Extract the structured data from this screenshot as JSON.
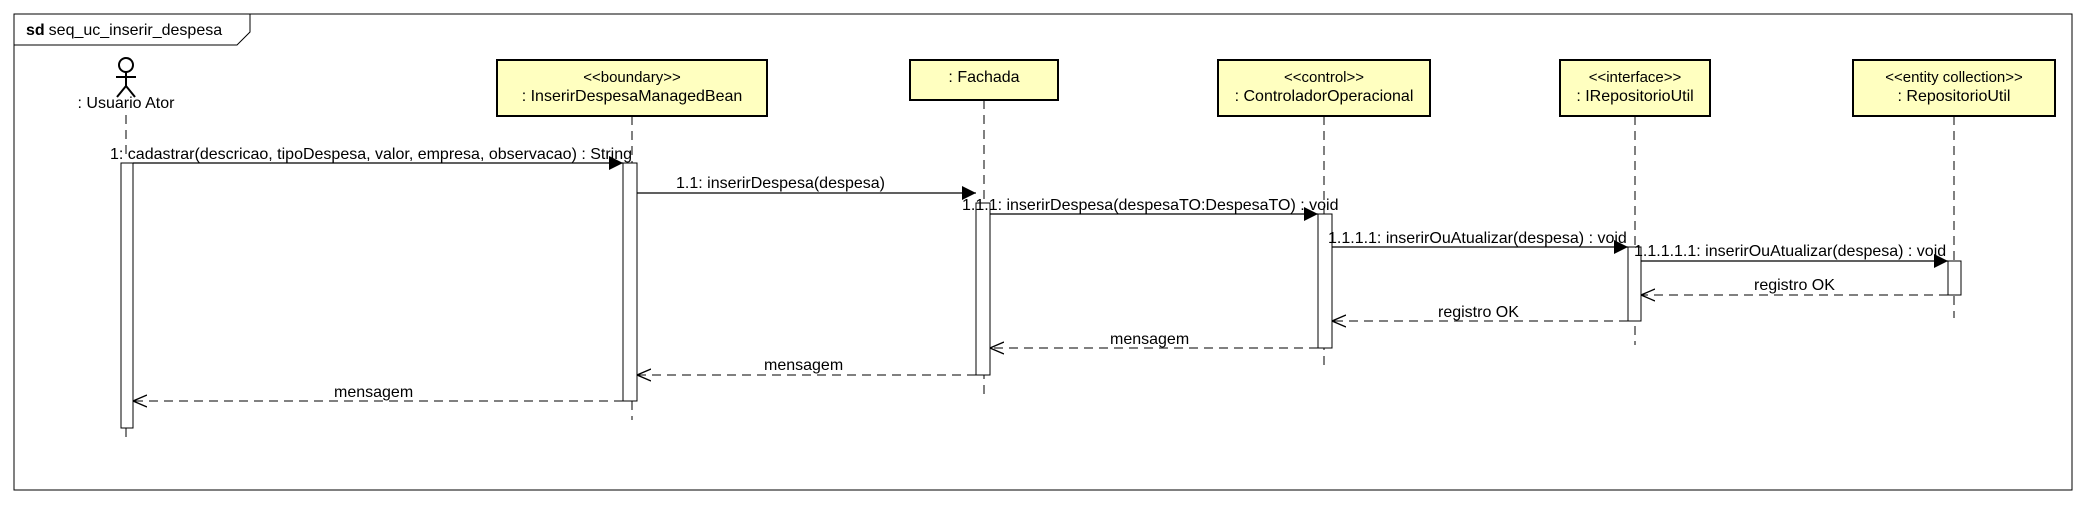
{
  "diagram": {
    "frame": {
      "keyword": "sd",
      "name": "seq_uc_inserir_despesa"
    },
    "actor": {
      "name": ": Usuario Ator"
    },
    "lifelines": [
      {
        "stereotype": "<<boundary>>",
        "name": ": InserirDespesaManagedBean"
      },
      {
        "stereotype": "",
        "name": ": Fachada"
      },
      {
        "stereotype": "<<control>>",
        "name": ": ControladorOperacional"
      },
      {
        "stereotype": "<<interface>>",
        "name": ": IRepositorioUtil"
      },
      {
        "stereotype": "<<entity collection>>",
        "name": ": RepositorioUtil"
      }
    ],
    "messages": [
      {
        "label": "1: cadastrar(descricao, tipoDespesa, valor, empresa, observacao) : String",
        "kind": "call"
      },
      {
        "label": "1.1: inserirDespesa(despesa)",
        "kind": "call"
      },
      {
        "label": "1.1.1: inserirDespesa(despesaTO:DespesaTO) : void",
        "kind": "call"
      },
      {
        "label": "1.1.1.1: inserirOuAtualizar(despesa) : void",
        "kind": "call"
      },
      {
        "label": "1.1.1.1.1: inserirOuAtualizar(despesa) : void",
        "kind": "call"
      },
      {
        "label": "registro OK",
        "kind": "return"
      },
      {
        "label": "registro OK",
        "kind": "return"
      },
      {
        "label": "mensagem",
        "kind": "return"
      },
      {
        "label": "mensagem",
        "kind": "return"
      },
      {
        "label": "mensagem",
        "kind": "return"
      }
    ],
    "colors": {
      "lifeline_fill": "#ffffc0",
      "line": "#000000",
      "frame": "#000000",
      "background": "#ffffff"
    }
  }
}
